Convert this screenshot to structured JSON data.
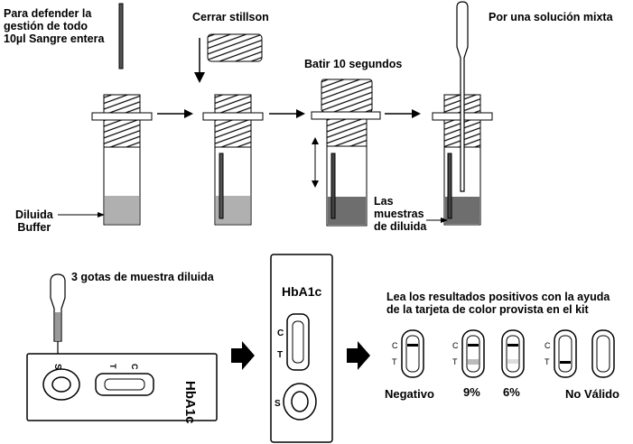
{
  "steps": {
    "step1_label": "Para defender la\ngestión de todo\n10µl Sangre entera",
    "step2_label": "Cerrar stillson",
    "step3_label": "Batir 10 segundos",
    "step4_label": "Por una solución mixta",
    "buffer_label": "Diluida\nBuffer",
    "diluted_label": "Las\nmuestras\nde diluida"
  },
  "test": {
    "drops_label": "3 gotas de muestra diluida",
    "device_title": "HbA1c",
    "device_title_rotated": "HbA1c",
    "sample_letter": "S",
    "t_letter": "T",
    "c_letter": "C"
  },
  "results": {
    "instruction": "Lea los resultados positivos con la ayuda\nde la tarjeta de color provista en el kit",
    "c_letter": "C",
    "t_letter": "T",
    "negative_label": "Negativo",
    "nine_label": "9%",
    "six_label": "6%",
    "invalid_label": "No Válido"
  }
}
